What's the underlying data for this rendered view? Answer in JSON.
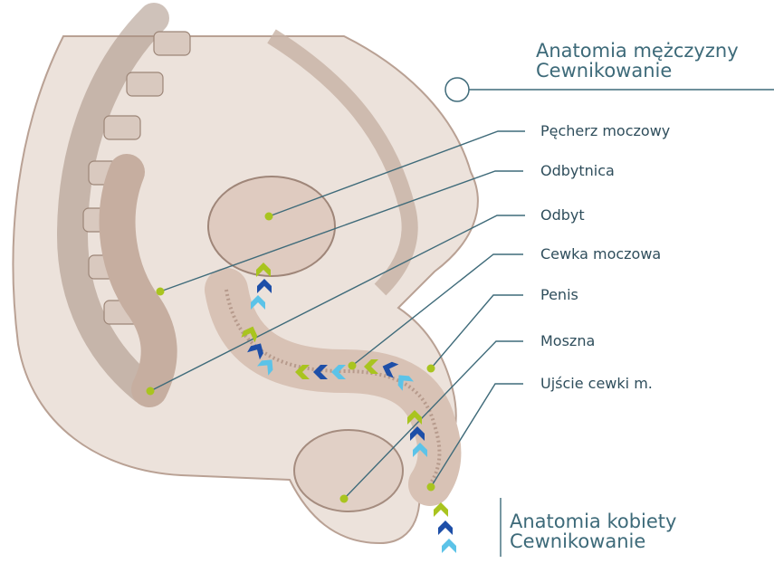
{
  "titles": {
    "male": {
      "line1": "Anatomia mężczyzny",
      "line2": "Cewnikowanie"
    },
    "female": {
      "line1": "Anatomia kobiety",
      "line2": "Cewnikowanie"
    }
  },
  "labels": {
    "bladder": "Pęcherz moczowy",
    "rectum": "Odbytnica",
    "anus": "Odbyt",
    "urethra": "Cewka moczowa",
    "penis": "Penis",
    "scrotum": "Moszna",
    "urethral_opening": "Ujście cewki m."
  },
  "colors": {
    "leader_line": "#3f6b7a",
    "pointer_dot": "#a9c41f",
    "arrow_light_blue": "#5cc3e8",
    "arrow_dark_blue": "#1e4fa8",
    "arrow_green": "#a9c41f",
    "tissue": "#e6d8cf",
    "tissue_dark": "#b59c8e"
  },
  "icons": [
    "circle-marker-icon",
    "chevron-arrow-icon"
  ]
}
